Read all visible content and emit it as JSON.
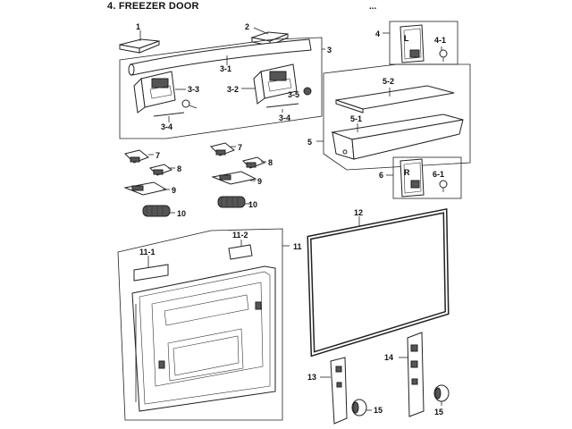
{
  "header": {
    "title": "4. FREEZER DOOR",
    "ellipsis": "..."
  },
  "callouts": {
    "c1": "1",
    "c2": "2",
    "c3": "3",
    "c3_1": "3-1",
    "c3_2": "3-2",
    "c3_3": "3-3",
    "c3_4a": "3-4",
    "c3_4b": "3-4",
    "c3_5": "3-5",
    "c4": "4",
    "c4_1": "4-1",
    "c5": "5",
    "c5_1": "5-1",
    "c5_2": "5-2",
    "c6": "6",
    "c6_1": "6-1",
    "c7a": "7",
    "c7b": "7",
    "c8a": "8",
    "c8b": "8",
    "c9a": "9",
    "c9b": "9",
    "c10a": "10",
    "c10b": "10",
    "c11": "11",
    "c11_1": "11-1",
    "c11_2": "11-2",
    "c12": "12",
    "c13": "13",
    "c14": "14",
    "c15a": "15",
    "c15b": "15"
  },
  "cover_letters": {
    "left": "L",
    "right": "R"
  }
}
